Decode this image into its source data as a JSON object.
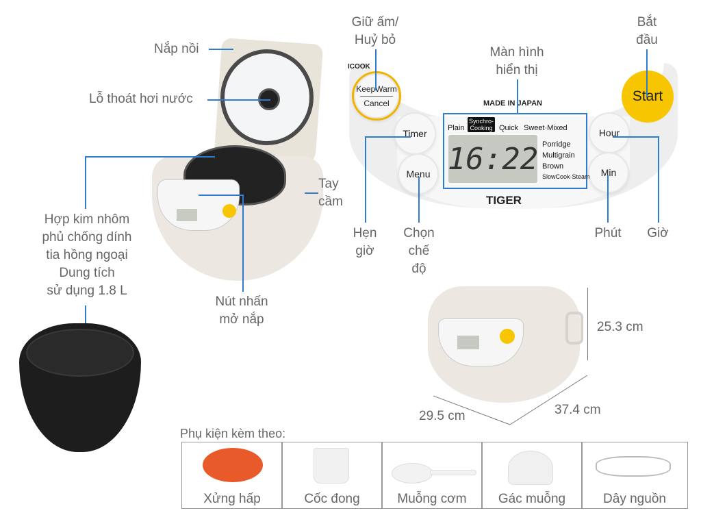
{
  "callouts": {
    "lid": "Nắp nồi",
    "steam_vent": "Lỗ thoát hơi nước",
    "inner_pot": [
      "Hợp kim nhôm",
      "phủ chống dính",
      "tia hồng ngoại",
      "Dung tích",
      "sử dụng 1.8 L"
    ],
    "lid_button": [
      "Nút nhấn",
      "mở nắp"
    ],
    "handle": [
      "Tay",
      "cầm"
    ]
  },
  "panel_callouts": {
    "keep_warm": [
      "Giữ ấm/",
      "Huỷ bỏ"
    ],
    "display": [
      "Màn hình",
      "hiển thị"
    ],
    "start": [
      "Bắt",
      "đầu"
    ],
    "timer": [
      "Hẹn",
      "giờ"
    ],
    "menu": [
      "Chọn",
      "chế",
      "độ"
    ],
    "min": "Phút",
    "hour": "Giờ"
  },
  "panel": {
    "brand_tag": "ICOOK",
    "keep_warm": "KeepWarm",
    "cancel": "Cancel",
    "timer": "Timer",
    "menu": "Menu",
    "hour": "Hour",
    "min": "Min",
    "start": "Start",
    "made_in": "MADE IN JAPAN",
    "modes_top": [
      "Plain",
      "Synchro-",
      "Cooking",
      "Quick",
      "Sweet·Mixed"
    ],
    "modes_right": [
      "Porridge",
      "Multigrain",
      "Brown",
      "SlowCook·Steam"
    ],
    "lcd_time": "16:22",
    "logo": "TIGER"
  },
  "dimensions": {
    "height": "25.3 cm",
    "depth": "29.5 cm",
    "width": "37.4 cm"
  },
  "accessories": {
    "title": "Phụ kiện kèm theo:",
    "items": [
      "Xửng hấp",
      "Cốc đong",
      "Muỗng cơm",
      "Gác muỗng",
      "Dây nguồn"
    ]
  },
  "colors": {
    "accent": "#2f7bd0",
    "start": "#f7c600",
    "body": "#ece8e1"
  }
}
